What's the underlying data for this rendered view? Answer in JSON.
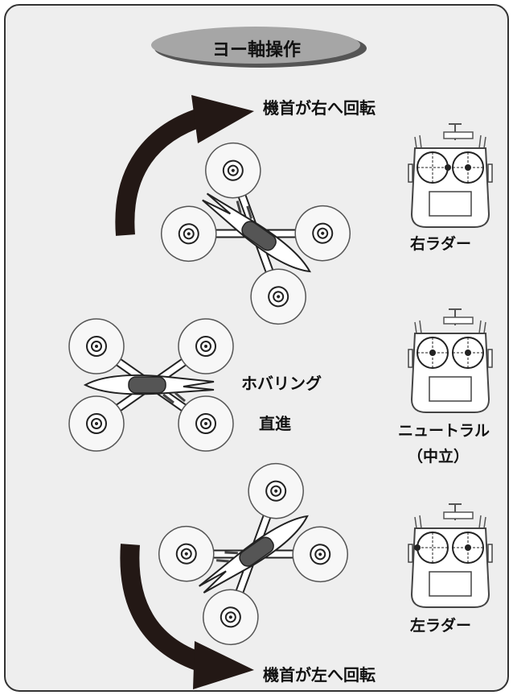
{
  "title": "ヨー軸操作",
  "rotate_right_label": "機首が右へ回転",
  "rotate_left_label": "機首が左へ回転",
  "hover_label": "ホバリング",
  "straight_label": "直進",
  "right_rudder_label": "右ラダー",
  "neutral_label": "ニュートラル",
  "neutral_sub_label": "（中立）",
  "left_rudder_label": "左ラダー",
  "colors": {
    "panel_bg": "#eeeeee",
    "panel_border": "#333333",
    "title_pill": "#a6a6a6",
    "arrow": "#231815"
  },
  "transmitters": [
    {
      "name": "right-rudder",
      "left_stick": "right"
    },
    {
      "name": "neutral",
      "left_stick": "center"
    },
    {
      "name": "left-rudder",
      "left_stick": "left"
    }
  ]
}
